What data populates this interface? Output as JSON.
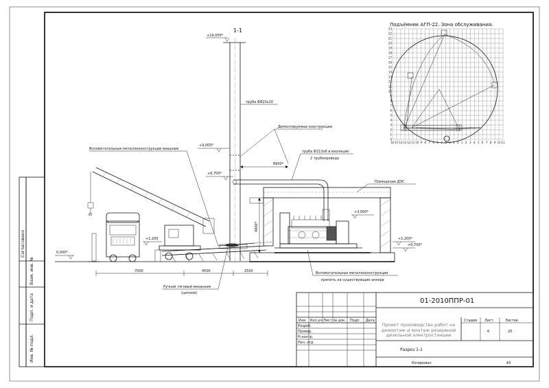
{
  "section_label": "1-1",
  "elevations": {
    "el_19000": "+19,000*",
    "el_9000": "+9,000*",
    "el_6700": "+6,700*",
    "el_3000": "+3,000*",
    "el_1200_right": "+1,200*",
    "el_0700": "+0,700*",
    "el_1200_left": "+1,200",
    "el_0000": "0,000*"
  },
  "callouts": {
    "pipe_820": "труба Ф820х10",
    "dismantled": "Демонтируемые конструкции",
    "aux_metal_outer": "Вспомогательные металлоконструкции внешние",
    "pipe_213": "труба Ф213х6 в изоляции",
    "two_pipes": "2 трубопровода",
    "des_room": "Помещение ДЭС",
    "hand_traction_1": "Ручной тяговый механизм",
    "hand_traction_2": "(цепной)",
    "aux_metal_inner_1": "Вспомогательные металлоконструкции",
    "aux_metal_inner_2": "крепить на существующие анкера"
  },
  "dimensions": {
    "d8900": "8900*",
    "d4000": "4000*",
    "d7000": "7000",
    "d4500": "4500",
    "d2500": "2500"
  },
  "lift_chart": {
    "title": "Подъёмник АГП-22. Зона обслуживания.",
    "y_ticks": [
      "23",
      "22",
      "21",
      "20",
      "19",
      "18",
      "17",
      "16",
      "15",
      "14",
      "13",
      "12",
      "11",
      "10",
      "9",
      "8",
      "7",
      "6",
      "5",
      "4",
      "3",
      "2",
      "1",
      "0"
    ],
    "x_ticks": [
      "16",
      "15",
      "14",
      "13",
      "12",
      "11",
      "10",
      "9",
      "8",
      "7",
      "6",
      "5",
      "4",
      "3",
      "2",
      "1",
      "0",
      "1",
      "2",
      "3",
      "4",
      "5",
      "6",
      "7",
      "8",
      "9",
      "10",
      "11"
    ]
  },
  "side_stamp": [
    "Согласовано",
    "Взам. инв. №",
    "Подп. и дата",
    "Инв. № подл."
  ],
  "title_block": {
    "doc_code": "01-2010ППР-01",
    "col_headers": [
      "Изм.",
      "Кол.уч",
      "Лист",
      "№ док.",
      "Подп.",
      "Дата"
    ],
    "roles": [
      "Разраб.",
      "Провер.",
      "Н.контр.",
      "Нач. отд."
    ],
    "project_title": "Проект производства работ на демонтаж и монтаж резервной дизельной электростанции",
    "stage_label": "Стадия",
    "sheet_label": "Лист",
    "sheets_label": "Листов",
    "sheet_value": "6",
    "sheets_value": "20",
    "drawing_name": "Разрез 1-1",
    "copied_label": "Копировал",
    "format_label": "А3"
  }
}
